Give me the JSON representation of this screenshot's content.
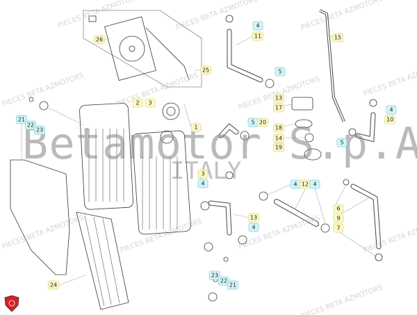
{
  "diagram": {
    "watermark_brand": "Betamotor S.p.A.",
    "watermark_country": "ITALY",
    "watermark_repeat": "PIECES BETA AZMOTORS",
    "callouts": [
      {
        "label": "26",
        "kind": "part"
      },
      {
        "label": "25",
        "kind": "part"
      },
      {
        "label": "2",
        "kind": "part"
      },
      {
        "label": "3",
        "kind": "part"
      },
      {
        "label": "1",
        "kind": "part"
      },
      {
        "label": "21",
        "kind": "kit"
      },
      {
        "label": "22",
        "kind": "kit"
      },
      {
        "label": "23",
        "kind": "kit"
      },
      {
        "label": "4",
        "kind": "kit"
      },
      {
        "label": "11",
        "kind": "part"
      },
      {
        "label": "15",
        "kind": "part"
      },
      {
        "label": "5",
        "kind": "kit"
      },
      {
        "label": "13",
        "kind": "part"
      },
      {
        "label": "17",
        "kind": "part"
      },
      {
        "label": "5",
        "kind": "kit"
      },
      {
        "label": "20",
        "kind": "part"
      },
      {
        "label": "18",
        "kind": "part"
      },
      {
        "label": "14",
        "kind": "part"
      },
      {
        "label": "19",
        "kind": "part"
      },
      {
        "label": "4",
        "kind": "kit"
      },
      {
        "label": "10",
        "kind": "part"
      },
      {
        "label": "5",
        "kind": "kit"
      },
      {
        "label": "3",
        "kind": "part"
      },
      {
        "label": "4",
        "kind": "kit"
      },
      {
        "label": "24",
        "kind": "part"
      },
      {
        "label": "4",
        "kind": "kit"
      },
      {
        "label": "12",
        "kind": "part"
      },
      {
        "label": "4",
        "kind": "kit"
      },
      {
        "label": "6",
        "kind": "part"
      },
      {
        "label": "9",
        "kind": "part"
      },
      {
        "label": "7",
        "kind": "part"
      },
      {
        "label": "13",
        "kind": "part"
      },
      {
        "label": "4",
        "kind": "kit"
      },
      {
        "label": "23",
        "kind": "kit"
      },
      {
        "label": "22",
        "kind": "kit"
      },
      {
        "label": "21",
        "kind": "kit"
      }
    ],
    "colors": {
      "part_label": "#fbf7c6",
      "kit_label": "#d6f4f7",
      "logo": "#d62027"
    }
  }
}
